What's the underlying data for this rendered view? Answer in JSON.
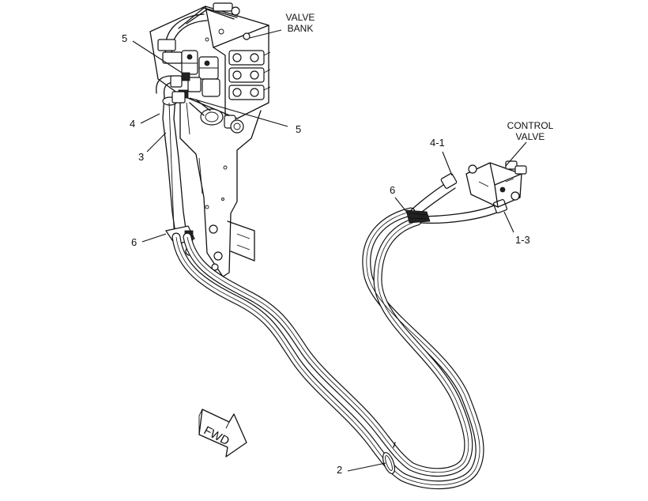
{
  "labels": {
    "valve_bank_line1": "VALVE",
    "valve_bank_line2": "BANK",
    "control_valve_line1": "CONTROL",
    "control_valve_line2": "VALVE",
    "callout_5_top": "5",
    "callout_5_right": "5",
    "callout_4": "4",
    "callout_3": "3",
    "callout_6_left": "6",
    "callout_6_right": "6",
    "callout_4_1": "4-1",
    "callout_1_3": "1-3",
    "callout_2": "2",
    "fwd_arrow": "FWD"
  },
  "colors": {
    "line": "#111111",
    "background": "#ffffff"
  }
}
